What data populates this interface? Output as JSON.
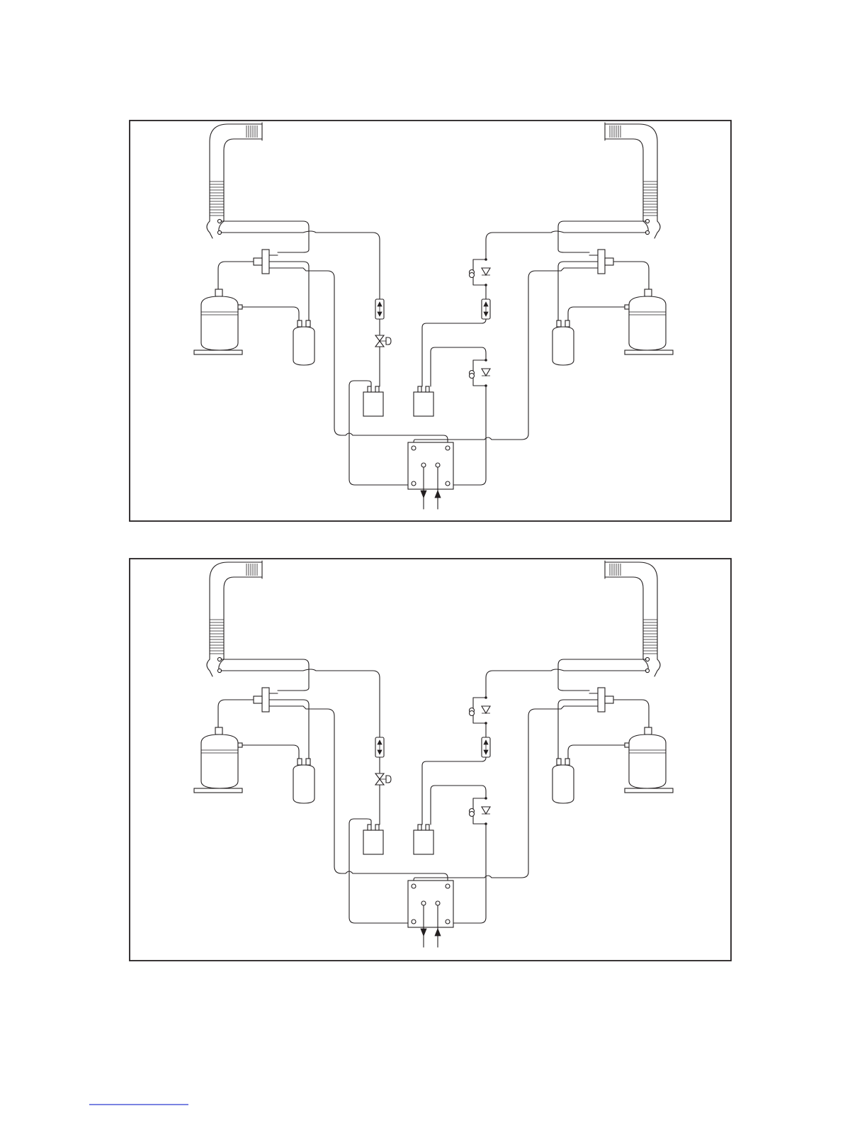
{
  "document": {
    "panels": [
      {
        "id": "panel-top",
        "variant": "upper"
      },
      {
        "id": "panel-bottom",
        "variant": "lower"
      }
    ],
    "symbols": {
      "coil": "heat-exchanger-coil",
      "compressor": "compressor",
      "accumulator": "accumulator",
      "four_way_valve": "four-way-valve",
      "strainer": "strainer",
      "expansion_valve": "expansion-valve",
      "check_valve": "check-valve",
      "capillary": "capillary-tube",
      "receiver": "receiver-tank",
      "service_valve": "service-valve-block",
      "flow_arrows": "refrigerant-in-out-arrows"
    },
    "colors": {
      "line": "#231f20",
      "footer_rule": "#2b3bd1"
    }
  }
}
